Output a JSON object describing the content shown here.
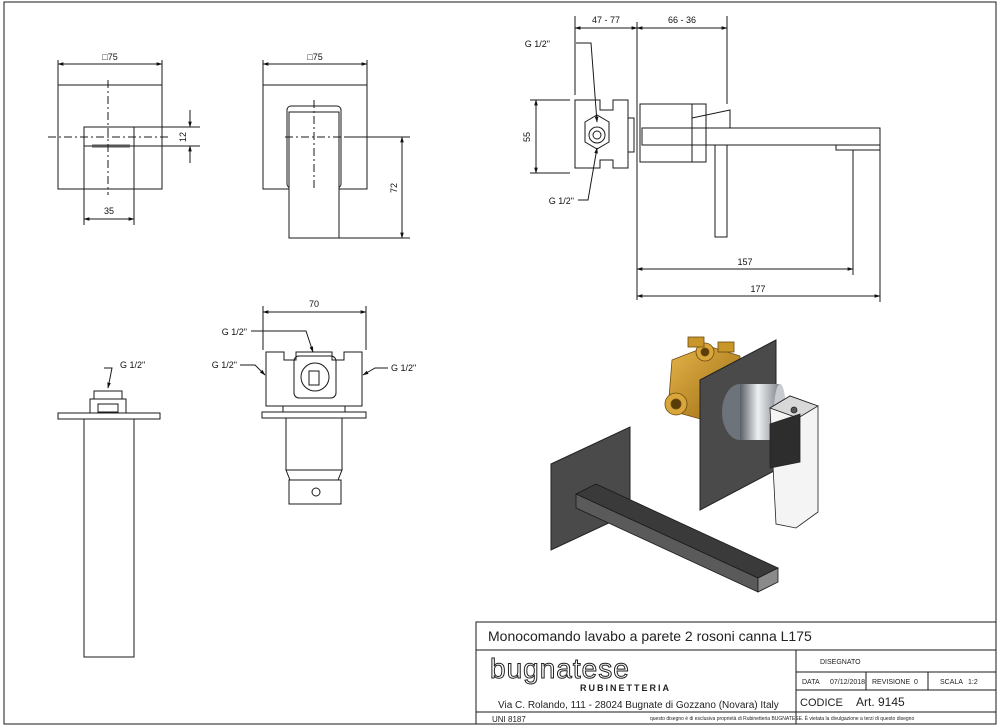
{
  "drawing": {
    "front_left": {
      "width_label": "□75",
      "height_label": "12",
      "base_label": "35"
    },
    "front_right": {
      "width_label": "□75",
      "height_label": "72"
    },
    "side": {
      "thread_top": "G 1/2\"",
      "thread_bottom": "G 1/2\"",
      "width_a": "47 - 77",
      "width_b": "66 - 36",
      "height_label": "55",
      "len_1": "157",
      "len_2": "177"
    },
    "body_top": {
      "width_label": "70",
      "thread_top": "G 1/2\"",
      "thread_left": "G 1/2\"",
      "thread_right": "G 1/2\""
    },
    "body_side": {
      "thread_label": "G 1/2\""
    }
  },
  "title_block": {
    "title": "Monocomando lavabo a parete 2 rosoni canna L175",
    "brand": "bugnatese",
    "brand_sub": "RUBINETTERIA",
    "address": "Via C. Rolando, 111 - 28024 Bugnate di Gozzano (Novara) Italy",
    "standard": "UNI 8187",
    "designed_label": "DISEGNATO",
    "date_label": "DATA",
    "date_value": "07/12/2018",
    "revision_label": "REVISIONE",
    "revision_value": "0",
    "scale_label": "SCALA",
    "scale_value": "1:2",
    "code_label": "CODICE",
    "code_value": "Art. 9145",
    "footer_note": "questo disegno è di esclusiva proprietà di Rubinetteria BUGNATESE. È vietata la divulgazione a terzi di questo disegno"
  },
  "colors": {
    "line": "#1a1a1a",
    "brass": "#c9962a",
    "chrome": "#9aa0a6",
    "dark": "#3b3b3b"
  }
}
